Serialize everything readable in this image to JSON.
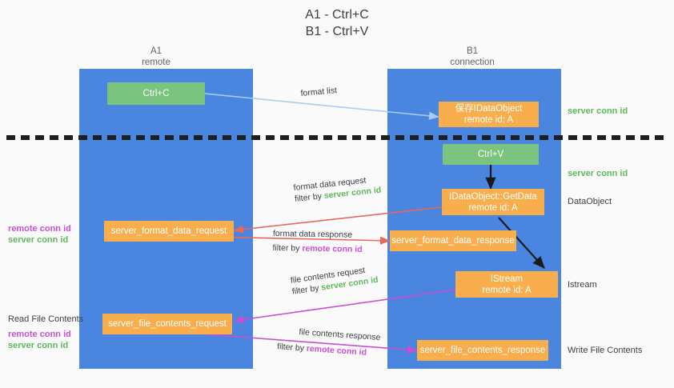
{
  "title": {
    "line1": "A1 - Ctrl+C",
    "line2": "B1 - Ctrl+V"
  },
  "lanes": [
    {
      "id": "a1",
      "name": "A1",
      "sub": "remote"
    },
    {
      "id": "b1",
      "name": "B1",
      "sub": "connection"
    }
  ],
  "colors": {
    "lane": "#4a86e0",
    "green_box": "#7ac47f",
    "orange_box": "#f9ae4d",
    "server_conn_id": "#5cb85c",
    "remote_conn_id": "#c94fd4",
    "blue_arrow": "#a8cdf0",
    "red_arrow": "#e8685a",
    "magenta_arrow": "#c94fd4",
    "black_arrow": "#1a1a1a",
    "background": "#fafafa"
  },
  "boxes": {
    "ctrl_c": "Ctrl+C",
    "ctrl_v": "Ctrl+V",
    "save_dataobject_l1": "保存IDataObject",
    "save_dataobject_l2": "remote id: A",
    "getdata_l1": "IDataObject::GetData",
    "getdata_l2": "remote id: A",
    "istream_l1": "IStream",
    "istream_l2": "remote id: A",
    "format_data_request": "server_format_data_request",
    "format_data_response": "server_format_data_response",
    "file_contents_request": "server_file_contents_request",
    "file_contents_response": "server_file_contents_response"
  },
  "edges": {
    "format_list": "format list",
    "format_data_request_l1": "format data request",
    "format_data_request_filter_prefix": "filter by ",
    "format_data_request_filter_value": "server conn id",
    "format_data_response_l1": "format data response",
    "format_data_response_filter_prefix": "filter by ",
    "format_data_response_filter_value": "remote conn id",
    "file_contents_request_l1": "file contents request",
    "file_contents_request_filter_prefix": "filter by ",
    "file_contents_request_filter_value": "server conn id",
    "file_contents_response_l1": "file contents response",
    "file_contents_response_filter_prefix": "filter by ",
    "file_contents_response_filter_value": "remote conn id"
  },
  "right_notes": {
    "server_conn_id_top": "server conn id",
    "server_conn_id_mid": "server conn id",
    "dataobject": "DataObject",
    "istream": "Istream",
    "write_file_contents": "Write File Contents"
  },
  "left_notes": {
    "remote_conn_id_1": "remote conn id",
    "server_conn_id_1": "server conn id",
    "read_file_contents": "Read File Contents",
    "remote_conn_id_2": "remote conn id",
    "server_conn_id_2": "server conn id"
  }
}
